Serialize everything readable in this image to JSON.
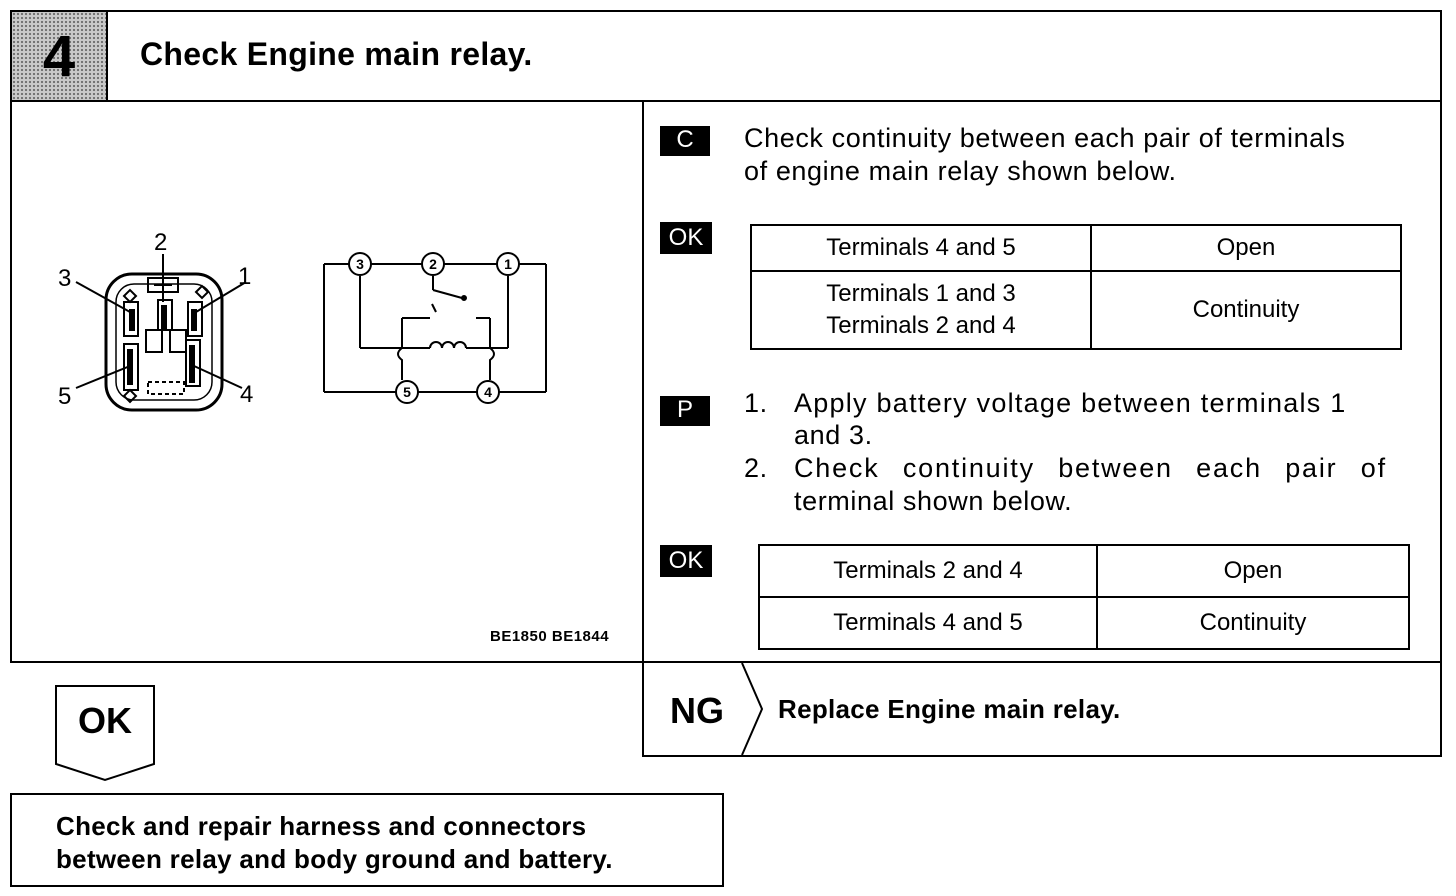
{
  "header": {
    "step_number": "4",
    "title": "Check Engine main relay."
  },
  "figure": {
    "code": "BE1850  BE1844",
    "connector_labels": [
      "1",
      "2",
      "3",
      "4",
      "5"
    ],
    "schematic_terminals": [
      "1",
      "2",
      "3",
      "4",
      "5"
    ]
  },
  "check": {
    "tag": "C",
    "text_line1": "Check continuity between each pair of terminals",
    "text_line2": "of engine main relay shown below.",
    "ok_tag": "OK",
    "table": [
      {
        "terminals": [
          "Terminals 4 and 5"
        ],
        "result": "Open"
      },
      {
        "terminals": [
          "Terminals 1 and 3",
          "Terminals 2 and 4"
        ],
        "result": "Continuity"
      }
    ]
  },
  "procedure": {
    "tag": "P",
    "step1_num": "1.",
    "step1_line1": "Apply battery voltage between terminals 1",
    "step1_line2": "and 3.",
    "step2_num": "2.",
    "step2_line1": "Check continuity between each pair of",
    "step2_line2": "terminal shown below.",
    "ok_tag": "OK",
    "table": [
      {
        "terminals": "Terminals 2 and 4",
        "result": "Open"
      },
      {
        "terminals": "Terminals 4 and 5",
        "result": "Continuity"
      }
    ]
  },
  "ng": {
    "label": "NG",
    "action": "Replace Engine main relay."
  },
  "ok": {
    "label": "OK",
    "action_line1": "Check and repair harness and connectors",
    "action_line2": "between relay and body ground and battery."
  }
}
